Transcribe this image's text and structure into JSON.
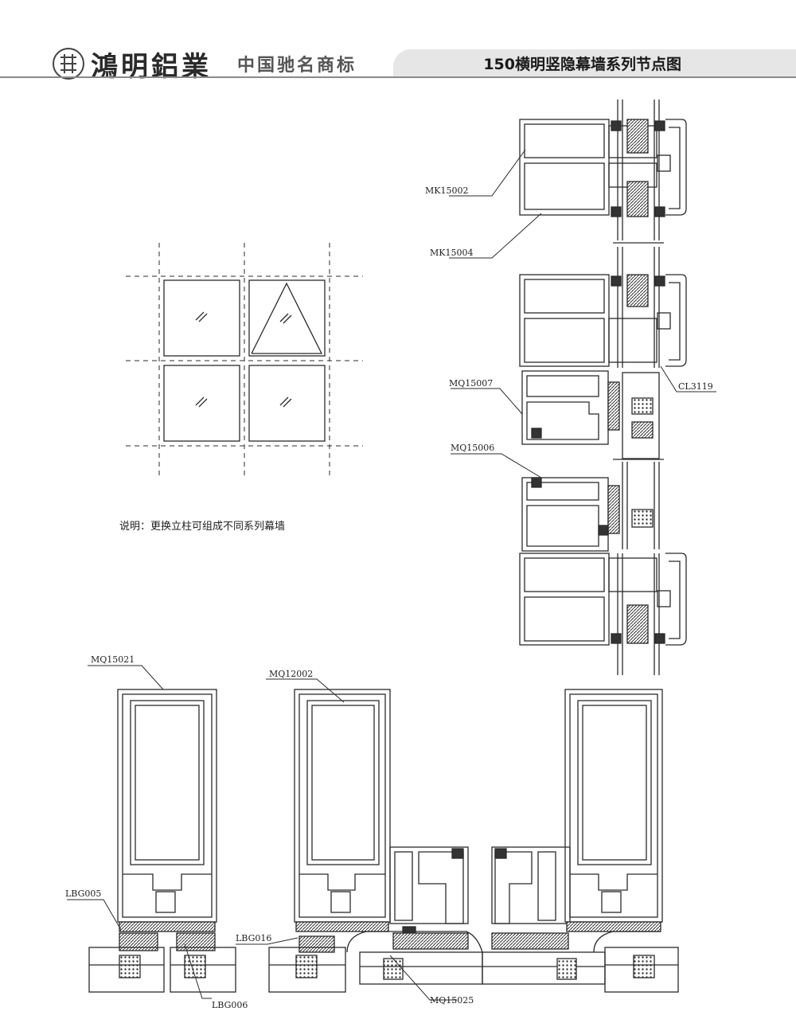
{
  "header": {
    "brand": "鴻明鋁業",
    "trademark": "中国驰名商标",
    "title": "150横明竖隐幕墙系列节点图"
  },
  "note": "说明：更换立柱可组成不同系列幕墙",
  "labels": {
    "mk15002": "MK15002",
    "mk15004": "MK15004",
    "mq15007": "MQ15007",
    "cl3119": "CL3119",
    "mq15006": "MQ15006",
    "mq15021": "MQ15021",
    "mq12002": "MQ12002",
    "lbg005": "LBG005",
    "lbg016": "LBG016",
    "lbg006": "LBG006",
    "mq15025": "MQ15025"
  },
  "colors": {
    "line": "#2b2b2b",
    "header_tab": "#e6e6e6",
    "header_rule": "#8a8a8a"
  }
}
